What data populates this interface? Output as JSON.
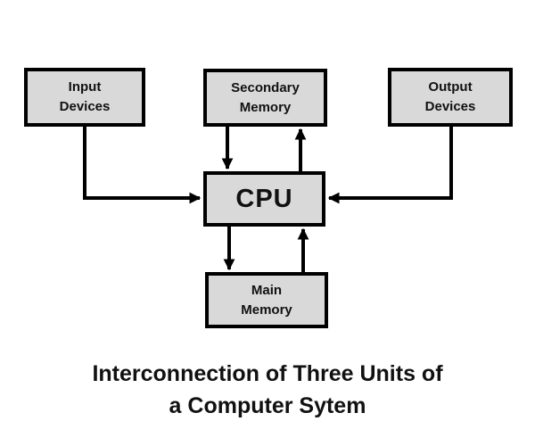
{
  "diagram": {
    "title_line1": "Interconnection of Three Units of",
    "title_line2": "a Computer Sytem",
    "nodes": {
      "input": {
        "line1": "Input",
        "line2": "Devices"
      },
      "secondary": {
        "line1": "Secondary",
        "line2": "Memory"
      },
      "output": {
        "line1": "Output",
        "line2": "Devices"
      },
      "cpu": {
        "label": "CPU"
      },
      "main": {
        "line1": "Main",
        "line2": "Memory"
      }
    },
    "edges": [
      {
        "from": "Input Devices",
        "to": "CPU",
        "shape": "elbow-down-right",
        "arrowhead": "at-cpu-left"
      },
      {
        "from": "Output Devices",
        "to": "CPU",
        "shape": "elbow-down-left",
        "arrowhead": "at-cpu-right"
      },
      {
        "from": "Secondary Memory",
        "to": "CPU",
        "shape": "straight-down",
        "arrowhead": "at-cpu-top"
      },
      {
        "from": "CPU",
        "to": "Secondary Memory",
        "shape": "straight-up",
        "arrowhead": "at-secondary-bottom"
      },
      {
        "from": "CPU",
        "to": "Main Memory",
        "shape": "straight-down",
        "arrowhead": "at-main-top"
      },
      {
        "from": "Main Memory",
        "to": "CPU",
        "shape": "straight-up",
        "arrowhead": "at-cpu-bottom"
      }
    ],
    "colors": {
      "background": "#ffffff",
      "box_fill": "#d9d9d9",
      "box_border": "#000000",
      "arrow": "#000000",
      "text": "#111111"
    }
  }
}
